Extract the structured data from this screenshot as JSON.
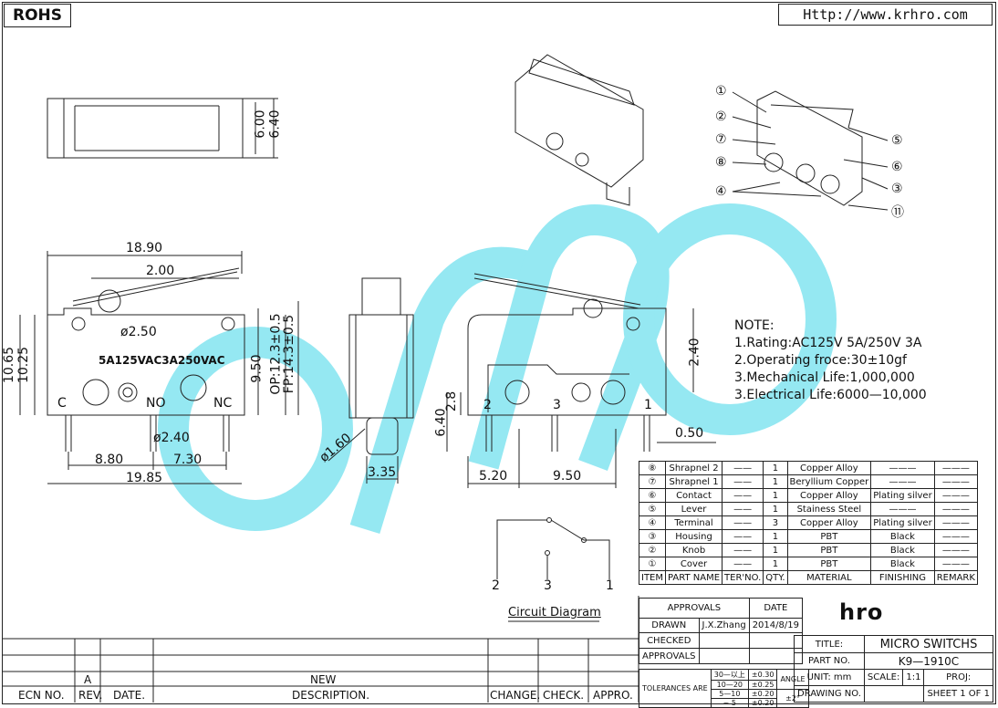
{
  "header": {
    "rohs": "ROHS",
    "url": "Http://www.krhro.com"
  },
  "front_view": {
    "width_top": "18.90",
    "lever_offset": "2.00",
    "hole_dia": "ø2.50",
    "body_marking": "5A125VAC3A250VAC",
    "height_total": "10.65",
    "height_body": "10.25",
    "height_inner": "9.50",
    "op": "OP:12.3±0.5",
    "fp": "FP:14.3±0.5",
    "term_c": "C",
    "term_no": "NO",
    "term_nc": "NC",
    "small_hole": "ø2.40",
    "dim_880": "8.80",
    "dim_730": "7.30",
    "dim_1985": "19.85"
  },
  "top_view": {
    "dim_600": "6.00",
    "dim_640": "6.40"
  },
  "side_view": {
    "dim_160": "ø1.60",
    "dim_335": "3.35",
    "dim_640": "6.40"
  },
  "back_view": {
    "dim_240": "2.40",
    "dim_28": "2.8",
    "dim_050": "0.50",
    "dim_520": "5.20",
    "dim_950": "9.50",
    "pin2": "2",
    "pin3": "3",
    "pin1": "1"
  },
  "exploded_labels": [
    "①",
    "②",
    "⑦",
    "⑧",
    "④",
    "⑤",
    "⑥",
    "③",
    "⑪"
  ],
  "notes": {
    "title": "NOTE:",
    "lines": [
      "1.Rating:AC125V 5A/250V 3A",
      "2.Operating froce:30±10gf",
      "3.Mechanical Life:1,000,000",
      "3.Electrical Life:6000—10,000"
    ]
  },
  "bom": {
    "headers": [
      "ITEM",
      "PART NAME",
      "TER'NO.",
      "QTY.",
      "MATERIAL",
      "FINISHING",
      "REMARK"
    ],
    "rows": [
      {
        "item": "⑧",
        "name": "Shrapnel 2",
        "ter": "——",
        "qty": "1",
        "mat": "Copper Alloy",
        "fin": "———",
        "rem": "———"
      },
      {
        "item": "⑦",
        "name": "Shrapnel 1",
        "ter": "——",
        "qty": "1",
        "mat": "Beryllium Copper",
        "fin": "———",
        "rem": "———"
      },
      {
        "item": "⑥",
        "name": "Contact",
        "ter": "——",
        "qty": "1",
        "mat": "Copper Alloy",
        "fin": "Plating silver",
        "rem": "———"
      },
      {
        "item": "⑤",
        "name": "Lever",
        "ter": "——",
        "qty": "1",
        "mat": "Stainess Steel",
        "fin": "———",
        "rem": "———"
      },
      {
        "item": "④",
        "name": "Terminal",
        "ter": "——",
        "qty": "3",
        "mat": "Copper Alloy",
        "fin": "Plating silver",
        "rem": "———"
      },
      {
        "item": "③",
        "name": "Housing",
        "ter": "——",
        "qty": "1",
        "mat": "PBT",
        "fin": "Black",
        "rem": "———"
      },
      {
        "item": "②",
        "name": "Knob",
        "ter": "——",
        "qty": "1",
        "mat": "PBT",
        "fin": "Black",
        "rem": "———"
      },
      {
        "item": "①",
        "name": "Cover",
        "ter": "——",
        "qty": "1",
        "mat": "PBT",
        "fin": "Black",
        "rem": "———"
      }
    ]
  },
  "circuit": {
    "title": "Circuit Diagram",
    "p2": "2",
    "p3": "3",
    "p1": "1"
  },
  "title_block": {
    "approvals": "APPROVALS",
    "date": "DATE",
    "drawn": "DRAWN",
    "drawn_by": "J.X.Zhang",
    "drawn_date": "2014/8/19",
    "checked": "CHECKED",
    "approvals2": "APPROVALS",
    "tolerances": "TOLERANCES ARE",
    "tol_rows": [
      [
        "30—以上",
        "±0.30"
      ],
      [
        "10—20",
        "±0.25"
      ],
      [
        "5—10",
        "±0.20"
      ],
      [
        "~ 5",
        "±0.20"
      ]
    ],
    "angle": "ANGLE",
    "angle_val": "±2°",
    "title_label": "TITLE:",
    "title_value": "MICRO SWITCHS",
    "part_no_label": "PART NO.",
    "part_no_value": "K9—1910C",
    "unit": "UNIT: mm",
    "scale": "SCALE:",
    "scale_val": "1:1",
    "proj": "PROJ:",
    "drawing_no": "DRAWING NO.",
    "sheet": "SHEET",
    "sheet_val": "1 OF 1",
    "logo": "hro"
  },
  "revision": {
    "rev_a": "A",
    "new": "NEW",
    "ecn": "ECN NO.",
    "rev": "REV.",
    "date": "DATE.",
    "description": "DESCRIPTION.",
    "change": "CHANGE.",
    "check": "CHECK.",
    "appro": "APPRO."
  },
  "colors": {
    "watermark": "#3fd6e8",
    "line": "#222222"
  }
}
